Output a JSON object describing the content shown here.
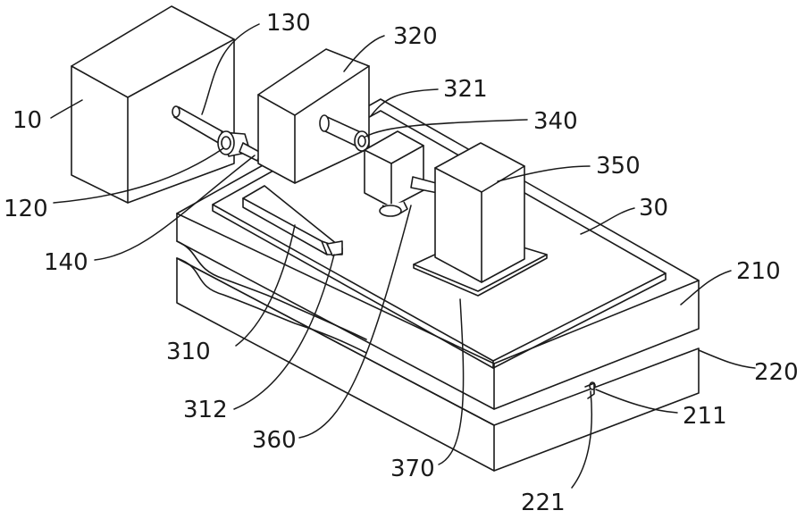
{
  "labels": {
    "l10": "10",
    "l130": "130",
    "l320": "320",
    "l321": "321",
    "l340": "340",
    "l350": "350",
    "l30": "30",
    "l210": "210",
    "l120": "120",
    "l140": "140",
    "l310": "310",
    "l312": "312",
    "l360": "360",
    "l370": "370",
    "l220": "220",
    "l211": "211",
    "l221": "221"
  }
}
